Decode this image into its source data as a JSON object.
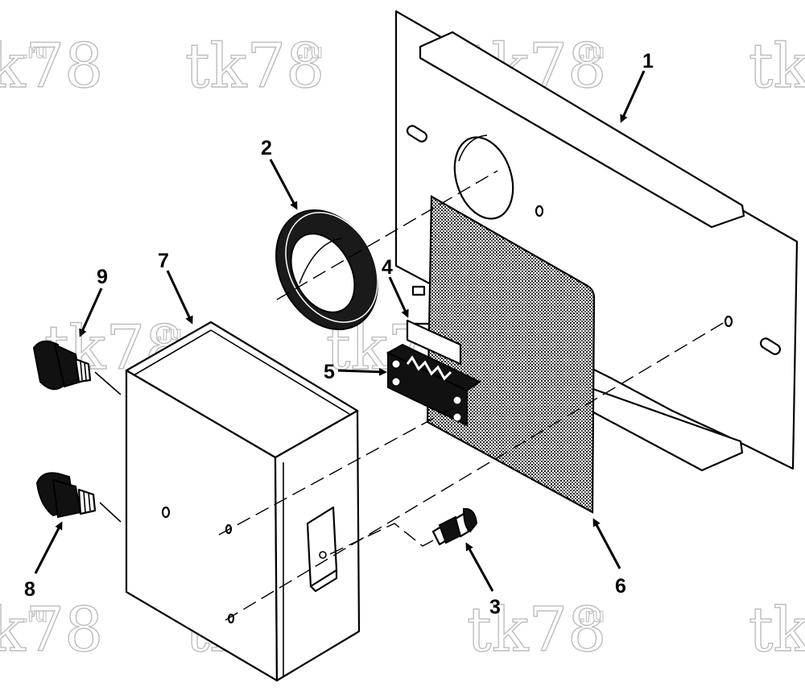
{
  "watermark": {
    "text": "tk78",
    "suffix": ".ru"
  },
  "callouts": [
    {
      "id": "1",
      "label": "1"
    },
    {
      "id": "2",
      "label": "2"
    },
    {
      "id": "3",
      "label": "3"
    },
    {
      "id": "4",
      "label": "4"
    },
    {
      "id": "5",
      "label": "5"
    },
    {
      "id": "6",
      "label": "6"
    },
    {
      "id": "7",
      "label": "7"
    },
    {
      "id": "8",
      "label": "8"
    },
    {
      "id": "9",
      "label": "9"
    }
  ],
  "colors": {
    "ink": "#000000",
    "paper": "#ffffff",
    "watermark": "#bdbdbd",
    "gasket": "#222222"
  }
}
